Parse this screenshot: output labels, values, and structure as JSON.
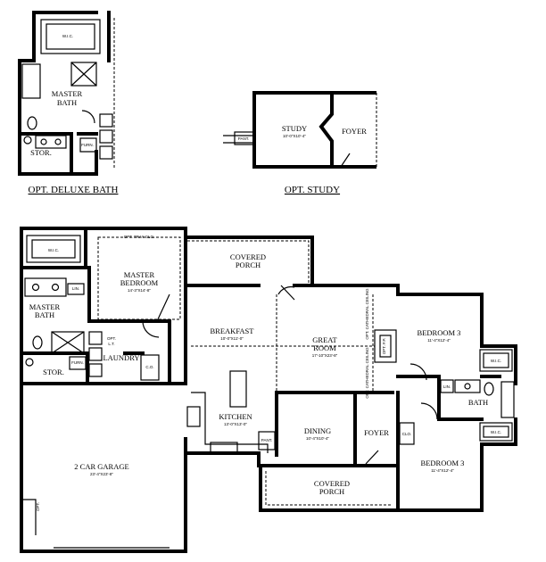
{
  "titles": {
    "deluxe_bath": "OPT. DELUXE BATH",
    "study": "OPT. STUDY"
  },
  "deluxe": {
    "wic": "W.I.C.",
    "master_bath": "MASTER\nBATH",
    "stor": "STOR.",
    "furn": "FURN."
  },
  "study_plan": {
    "study": "STUDY",
    "study_dim": "10'-0\"X10'-4\"",
    "foyer": "FOYER",
    "pant": "PANT."
  },
  "main": {
    "wic": "W.I.C.",
    "opt_tray": "OPT. TRAY CLG.",
    "master_bedroom": "MASTER\nBEDROOM",
    "master_bedroom_dim": "14'-3\"X14'-8\"",
    "lin": "LIN.",
    "master_bath": "MASTER\nBATH",
    "opt_lt": "OPT.\nL.T.",
    "stor": "STOR.",
    "furn": "FURN.",
    "laundry": "LAUNDRY",
    "clo": "C.O.",
    "covered_porch_top": "COVERED\nPORCH",
    "breakfast": "BREAKFAST",
    "breakfast_dim": "10'-0\"X11'-0\"",
    "great_room": "GREAT\nROOM",
    "great_room_dim": "17'-10\"X23'-8\"",
    "opt_cathedral_1": "OPT. CATHEDRAL CEILING",
    "opt_cathedral_2": "OPT. CATHEDRAL CEILING",
    "opt_fp": "OPT. F.P.",
    "kitchen": "KITCHEN",
    "kitchen_dim": "13'-0\"X13'-0\"",
    "pant": "PANT.",
    "dining": "DINING",
    "dining_dim": "10'-4\"X10'-4\"",
    "foyer": "FOYER",
    "covered_porch_bottom": "COVERED\nPORCH",
    "bedroom3_top": "BEDROOM 3",
    "bedroom3_top_dim": "11'-4\"X12'-4\"",
    "bath": "BATH",
    "lin2": "LIN.",
    "wic2": "W.I.C.",
    "wic3": "W.I.C.",
    "bedroom3_bottom": "BEDROOM 3",
    "bedroom3_bottom_dim": "11'-4\"X12'-4\"",
    "clo2": "CLO.",
    "garage": "2 CAR GARAGE",
    "garage_dim": "23'-4\"X23'-8\"",
    "opt": "OPT."
  }
}
